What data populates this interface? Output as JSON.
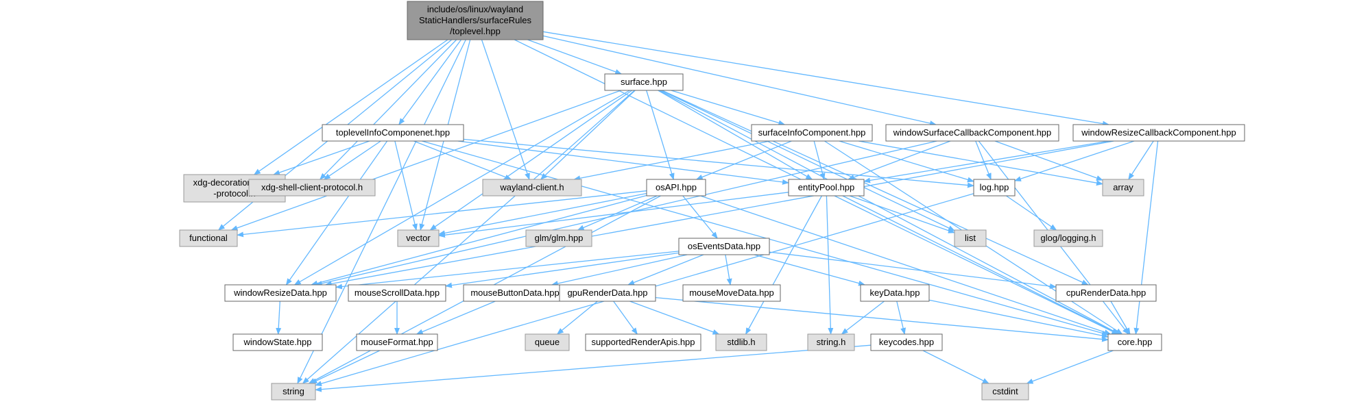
{
  "colors": {
    "edge": "#63b8ff",
    "root_fill": "#999999",
    "root_stroke": "#666666",
    "doc_fill": "#ffffff",
    "doc_stroke": "#666666",
    "sys_fill": "#e0e0e0",
    "sys_stroke": "#999999",
    "text": "#000000"
  },
  "nodes": [
    {
      "id": "root",
      "kind": "root",
      "lines": [
        "include/os/linux/wayland",
        "StaticHandlers/surfaceRules",
        "/toplevel.hpp"
      ]
    },
    {
      "id": "surface",
      "kind": "doc",
      "lines": [
        "surface.hpp"
      ]
    },
    {
      "id": "toplevelInfo",
      "kind": "doc",
      "lines": [
        "toplevelInfoComponenet.hpp"
      ]
    },
    {
      "id": "surfaceInfo",
      "kind": "doc",
      "lines": [
        "surfaceInfoComponent.hpp"
      ]
    },
    {
      "id": "windowSurfaceCb",
      "kind": "doc",
      "lines": [
        "windowSurfaceCallbackComponent.hpp"
      ]
    },
    {
      "id": "windowResizeCb",
      "kind": "doc",
      "lines": [
        "windowResizeCallbackComponent.hpp"
      ]
    },
    {
      "id": "xdgDecoration",
      "kind": "sys",
      "lines": [
        "xdg-decoration-client",
        "-protocol.h"
      ]
    },
    {
      "id": "xdgShell",
      "kind": "sys",
      "lines": [
        "xdg-shell-client-protocol.h"
      ]
    },
    {
      "id": "wayland",
      "kind": "sys",
      "lines": [
        "wayland-client.h"
      ]
    },
    {
      "id": "osAPI",
      "kind": "doc",
      "lines": [
        "osAPI.hpp"
      ]
    },
    {
      "id": "entityPool",
      "kind": "doc",
      "lines": [
        "entityPool.hpp"
      ]
    },
    {
      "id": "log",
      "kind": "doc",
      "lines": [
        "log.hpp"
      ]
    },
    {
      "id": "array",
      "kind": "sys",
      "lines": [
        "array"
      ]
    },
    {
      "id": "functional",
      "kind": "sys",
      "lines": [
        "functional"
      ]
    },
    {
      "id": "vector",
      "kind": "sys",
      "lines": [
        "vector"
      ]
    },
    {
      "id": "glm",
      "kind": "sys",
      "lines": [
        "glm/glm.hpp"
      ]
    },
    {
      "id": "list",
      "kind": "sys",
      "lines": [
        "list"
      ]
    },
    {
      "id": "glog",
      "kind": "sys",
      "lines": [
        "glog/logging.h"
      ]
    },
    {
      "id": "osEventsData",
      "kind": "doc",
      "lines": [
        "osEventsData.hpp"
      ]
    },
    {
      "id": "windowResizeData",
      "kind": "doc",
      "lines": [
        "windowResizeData.hpp"
      ]
    },
    {
      "id": "mouseScrollData",
      "kind": "doc",
      "lines": [
        "mouseScrollData.hpp"
      ]
    },
    {
      "id": "mouseButtonData",
      "kind": "doc",
      "lines": [
        "mouseButtonData.hpp"
      ]
    },
    {
      "id": "gpuRenderData",
      "kind": "doc",
      "lines": [
        "gpuRenderData.hpp"
      ]
    },
    {
      "id": "mouseMoveData",
      "kind": "doc",
      "lines": [
        "mouseMoveData.hpp"
      ]
    },
    {
      "id": "keyData",
      "kind": "doc",
      "lines": [
        "keyData.hpp"
      ]
    },
    {
      "id": "cpuRenderData",
      "kind": "doc",
      "lines": [
        "cpuRenderData.hpp"
      ]
    },
    {
      "id": "windowState",
      "kind": "doc",
      "lines": [
        "windowState.hpp"
      ]
    },
    {
      "id": "mouseFormat",
      "kind": "doc",
      "lines": [
        "mouseFormat.hpp"
      ]
    },
    {
      "id": "queue",
      "kind": "sys",
      "lines": [
        "queue"
      ]
    },
    {
      "id": "supportedRenderApis",
      "kind": "doc",
      "lines": [
        "supportedRenderApis.hpp"
      ]
    },
    {
      "id": "stdlib",
      "kind": "sys",
      "lines": [
        "stdlib.h"
      ]
    },
    {
      "id": "stringh",
      "kind": "sys",
      "lines": [
        "string.h"
      ]
    },
    {
      "id": "keycodes",
      "kind": "doc",
      "lines": [
        "keycodes.hpp"
      ]
    },
    {
      "id": "core",
      "kind": "doc",
      "lines": [
        "core.hpp"
      ]
    },
    {
      "id": "string",
      "kind": "sys",
      "lines": [
        "string"
      ]
    },
    {
      "id": "cstdint",
      "kind": "sys",
      "lines": [
        "cstdint"
      ]
    }
  ],
  "edges": [
    [
      "root",
      "surface"
    ],
    [
      "root",
      "toplevelInfo"
    ],
    [
      "root",
      "windowSurfaceCb"
    ],
    [
      "root",
      "windowResizeCb"
    ],
    [
      "root",
      "xdgDecoration"
    ],
    [
      "root",
      "xdgShell"
    ],
    [
      "root",
      "wayland"
    ],
    [
      "root",
      "vector"
    ],
    [
      "root",
      "functional"
    ],
    [
      "root",
      "string"
    ],
    [
      "root",
      "core"
    ],
    [
      "surface",
      "surfaceInfo"
    ],
    [
      "surface",
      "osAPI"
    ],
    [
      "surface",
      "entityPool"
    ],
    [
      "surface",
      "wayland"
    ],
    [
      "surface",
      "vector"
    ],
    [
      "surface",
      "functional"
    ],
    [
      "surface",
      "string"
    ],
    [
      "surface",
      "list"
    ],
    [
      "surface",
      "core"
    ],
    [
      "surface",
      "cpuRenderData"
    ],
    [
      "surface",
      "windowResizeData"
    ],
    [
      "toplevelInfo",
      "xdgDecoration"
    ],
    [
      "toplevelInfo",
      "xdgShell"
    ],
    [
      "toplevelInfo",
      "wayland"
    ],
    [
      "toplevelInfo",
      "vector"
    ],
    [
      "toplevelInfo",
      "windowResizeData"
    ],
    [
      "toplevelInfo",
      "entityPool"
    ],
    [
      "toplevelInfo",
      "log"
    ],
    [
      "toplevelInfo",
      "core"
    ],
    [
      "surfaceInfo",
      "wayland"
    ],
    [
      "surfaceInfo",
      "osAPI"
    ],
    [
      "surfaceInfo",
      "entityPool"
    ],
    [
      "surfaceInfo",
      "log"
    ],
    [
      "surfaceInfo",
      "array"
    ],
    [
      "surfaceInfo",
      "core"
    ],
    [
      "windowSurfaceCb",
      "entityPool"
    ],
    [
      "windowSurfaceCb",
      "log"
    ],
    [
      "windowSurfaceCb",
      "array"
    ],
    [
      "windowSurfaceCb",
      "core"
    ],
    [
      "windowSurfaceCb",
      "windowResizeData"
    ],
    [
      "windowResizeCb",
      "entityPool"
    ],
    [
      "windowResizeCb",
      "log"
    ],
    [
      "windowResizeCb",
      "array"
    ],
    [
      "windowResizeCb",
      "core"
    ],
    [
      "windowResizeCb",
      "windowResizeData"
    ],
    [
      "osAPI",
      "functional"
    ],
    [
      "osAPI",
      "vector"
    ],
    [
      "osAPI",
      "glm"
    ],
    [
      "osAPI",
      "osEventsData"
    ],
    [
      "osAPI",
      "core"
    ],
    [
      "osAPI",
      "string"
    ],
    [
      "osAPI",
      "windowResizeData"
    ],
    [
      "entityPool",
      "vector"
    ],
    [
      "entityPool",
      "list"
    ],
    [
      "entityPool",
      "stdlib"
    ],
    [
      "entityPool",
      "stringh"
    ],
    [
      "entityPool",
      "core"
    ],
    [
      "log",
      "glog"
    ],
    [
      "log",
      "string"
    ],
    [
      "osEventsData",
      "windowResizeData"
    ],
    [
      "osEventsData",
      "mouseScrollData"
    ],
    [
      "osEventsData",
      "mouseButtonData"
    ],
    [
      "osEventsData",
      "gpuRenderData"
    ],
    [
      "osEventsData",
      "mouseMoveData"
    ],
    [
      "osEventsData",
      "keyData"
    ],
    [
      "osEventsData",
      "cpuRenderData"
    ],
    [
      "windowResizeData",
      "windowState"
    ],
    [
      "mouseScrollData",
      "mouseFormat"
    ],
    [
      "mouseButtonData",
      "mouseFormat"
    ],
    [
      "mouseFormat",
      "string"
    ],
    [
      "gpuRenderData",
      "queue"
    ],
    [
      "gpuRenderData",
      "supportedRenderApis"
    ],
    [
      "gpuRenderData",
      "stdlib"
    ],
    [
      "gpuRenderData",
      "core"
    ],
    [
      "keyData",
      "stringh"
    ],
    [
      "keyData",
      "keycodes"
    ],
    [
      "keyData",
      "core"
    ],
    [
      "cpuRenderData",
      "core"
    ],
    [
      "keycodes",
      "string"
    ],
    [
      "keycodes",
      "cstdint"
    ],
    [
      "core",
      "cstdint"
    ]
  ]
}
